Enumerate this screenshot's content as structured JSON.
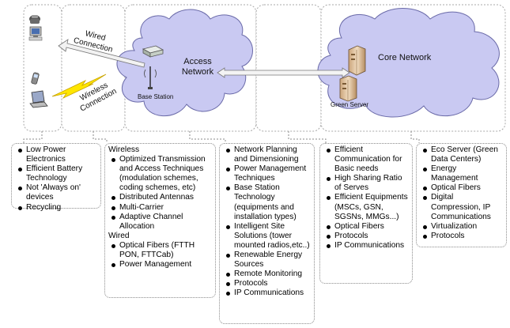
{
  "diagram": {
    "wired_label": "Wired Connection",
    "wireless_label": "Wireless Connection",
    "access_network_label": "Access Network",
    "base_station_label": "Base Station",
    "core_network_label": "Core Network",
    "green_server_label": "Green Server",
    "colors": {
      "cloud_fill": "#c9c9f2",
      "cloud_stroke": "#6a6aa8",
      "lightning": "#ffe600",
      "arrow_fill": "#f2f2f2",
      "arrow_stroke": "#777777",
      "column_border": "#a8a8a8"
    }
  },
  "boxes": {
    "terminals": {
      "items": [
        "Low Power Electronics",
        "Efficient Battery Technology",
        "Not 'Always on' devices",
        "Recycling"
      ]
    },
    "access": {
      "wireless_heading": "Wireless",
      "wireless_items": [
        "Optimized Transmission and Access Techniques (modulation schemes, coding schemes, etc)",
        "Distributed Antennas",
        "Multi-Carrier",
        "Adaptive Channel Allocation"
      ],
      "wired_heading": "Wired",
      "wired_items": [
        "Optical Fibers (FTTH PON, FTTCab)",
        "Power Management"
      ]
    },
    "planning": {
      "items": [
        "Network Planning and Dimensioning",
        "Power Management Techniques",
        "Base Station Technology (equipments and installation types)",
        "Intelligent Site Solutions (tower mounted radios,etc..)",
        "Renewable Energy Sources",
        "Remote Monitoring",
        "Protocols",
        "IP Communications"
      ]
    },
    "backhaul": {
      "items": [
        "Efficient Communication for Basic needs",
        "High Sharing Ratio of Serves",
        "Efficient Equipments (MSCs, GSN, SGSNs, MMGs...)",
        "Optical Fibers",
        "Protocols",
        "IP Communications"
      ]
    },
    "core": {
      "items": [
        "Eco Server (Green Data Centers)",
        "Energy Management",
        "Optical Fibers",
        "Digital Compression, IP Communications",
        "Virtualization",
        "Protocols"
      ]
    }
  }
}
